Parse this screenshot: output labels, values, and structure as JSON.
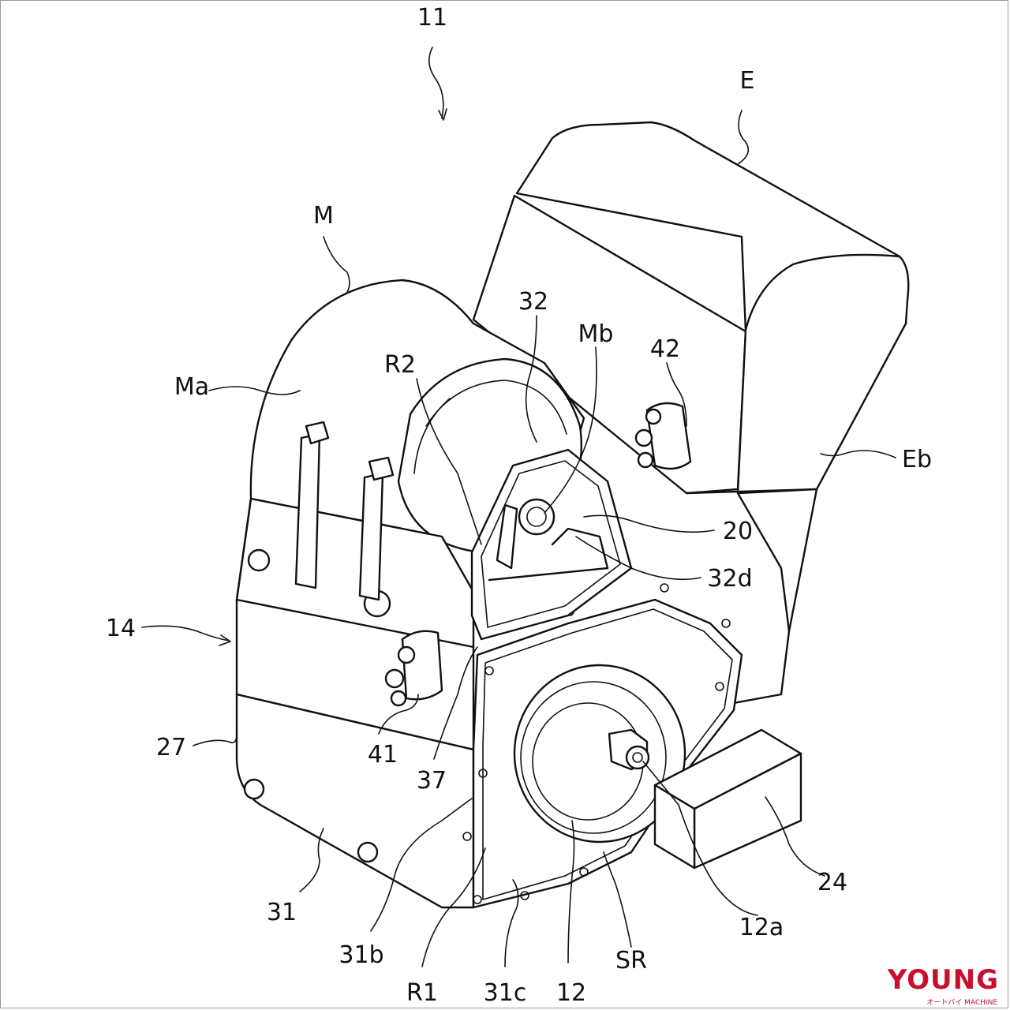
{
  "labels": {
    "assembly": "11",
    "engine": "E",
    "engine_block": "Eb",
    "motor": "M",
    "motor_a": "Ma",
    "motor_b": "Mb",
    "r2": "R2",
    "part_32": "32",
    "part_42": "42",
    "part_20": "20",
    "part_32d": "32d",
    "part_14": "14",
    "part_27": "27",
    "part_41": "41",
    "part_37": "37",
    "part_31": "31",
    "part_31b": "31b",
    "r1": "R1",
    "part_31c": "31c",
    "part_12": "12",
    "sr": "SR",
    "part_12a": "12a",
    "part_24": "24"
  },
  "watermark": {
    "text": "YOUNG",
    "subtext": "オートバイ MACHINE",
    "color": "#c8102e"
  }
}
